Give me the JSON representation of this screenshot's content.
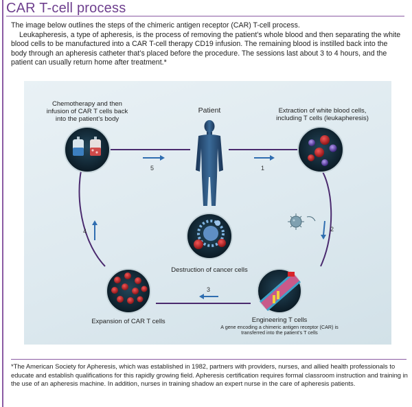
{
  "page": {
    "title": "CAR T-cell process",
    "intro_1": "The image below outlines the steps of the chimeric antigen receptor (CAR) T-cell process.",
    "intro_2": "Leukapheresis, a type of apheresis, is the process of removing the patient’s whole blood and then separating the white blood cells to be manufactured into a CAR T-cell therapy CD19 infusion. The remaining blood is instilled back into the body through an apheresis catheter that’s placed before the procedure. The sessions last about 3 to 4 hours, and the patient can usually return home after treatment.*",
    "footnote": "*The American Society for Apheresis, which was established in 1982, partners with providers, nurses, and allied health professionals to educate and establish qualifications for this rapidly growing field. Apheresis certification requires formal classroom instruction and training in the use of an apheresis machine. In addition, nurses in training shadow an expert nurse in the care of apheresis patients."
  },
  "diagram": {
    "patient_label": "Patient",
    "step5_label": "Chemotherapy and then infusion of CAR T cells back into the patient’s body",
    "step1_label": "Extraction of white blood cells, including T cells (leukapheresis)",
    "destruction_label": "Destruction of cancer cells",
    "expansion_label": "Expansion of CAR T cells",
    "engineering_label": "Engineering T cells",
    "engineering_sublabel": "A gene encoding a chimeric antigen receptor (CAR) is transferred into the patient’s T cells",
    "arrow_numbers": [
      "1",
      "2",
      "3",
      "4",
      "5"
    ],
    "colors": {
      "path": "#4a2a6e",
      "arrow": "#2f6db0",
      "node_bg": "#0f2431",
      "cancer_cell": "#c8282a",
      "t_cell": "#6a4bb0",
      "car_t": "#e2e2ea",
      "body": "#1f3f66"
    }
  }
}
